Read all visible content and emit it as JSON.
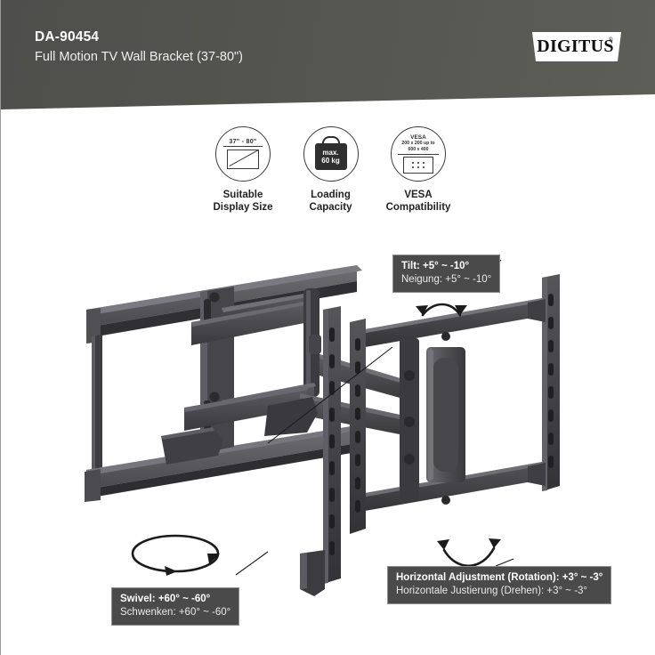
{
  "header": {
    "model": "DA-90454",
    "subtitle": "Full Motion TV Wall Bracket (37-80\")",
    "logo_text": "DIGITUS",
    "logo_reg": "®",
    "band_color": "#55554f"
  },
  "features": [
    {
      "id": "suitable-display-size",
      "caption_line1": "Suitable",
      "caption_line2": "Display Size",
      "icon_text": "37\" - 80\""
    },
    {
      "id": "loading-capacity",
      "caption_line1": "Loading",
      "caption_line2": "Capacity",
      "icon_line1": "max.",
      "icon_line2": "60 kg"
    },
    {
      "id": "vesa-compatibility",
      "caption_line1": "VESA",
      "caption_line2": "Compatibility",
      "icon_title": "VESA",
      "icon_line1": "200 x 200 up to",
      "icon_line2": "600 x 400"
    }
  ],
  "callouts": {
    "tilt": {
      "en": "Tilt: +5° ~ -10°",
      "de": "Neigung: +5° ~ -10°"
    },
    "swivel": {
      "en": "Swivel: +60° ~ -60°",
      "de": "Schwenken: +60° ~ -60°"
    },
    "horizontal": {
      "en": "Horizontal Adjustment (Rotation): +3° ~ -3°",
      "de": "Horizontale Justierung (Drehen): +3° ~ -3°"
    }
  },
  "colors": {
    "page_background": "#ffffff",
    "header_band": "#55554f",
    "callout_background": "#4a4a4a",
    "callout_border": "#8e8e8e",
    "product_dark": "#3a3a3c",
    "product_mid": "#55555a",
    "product_light": "#6e6e73"
  }
}
